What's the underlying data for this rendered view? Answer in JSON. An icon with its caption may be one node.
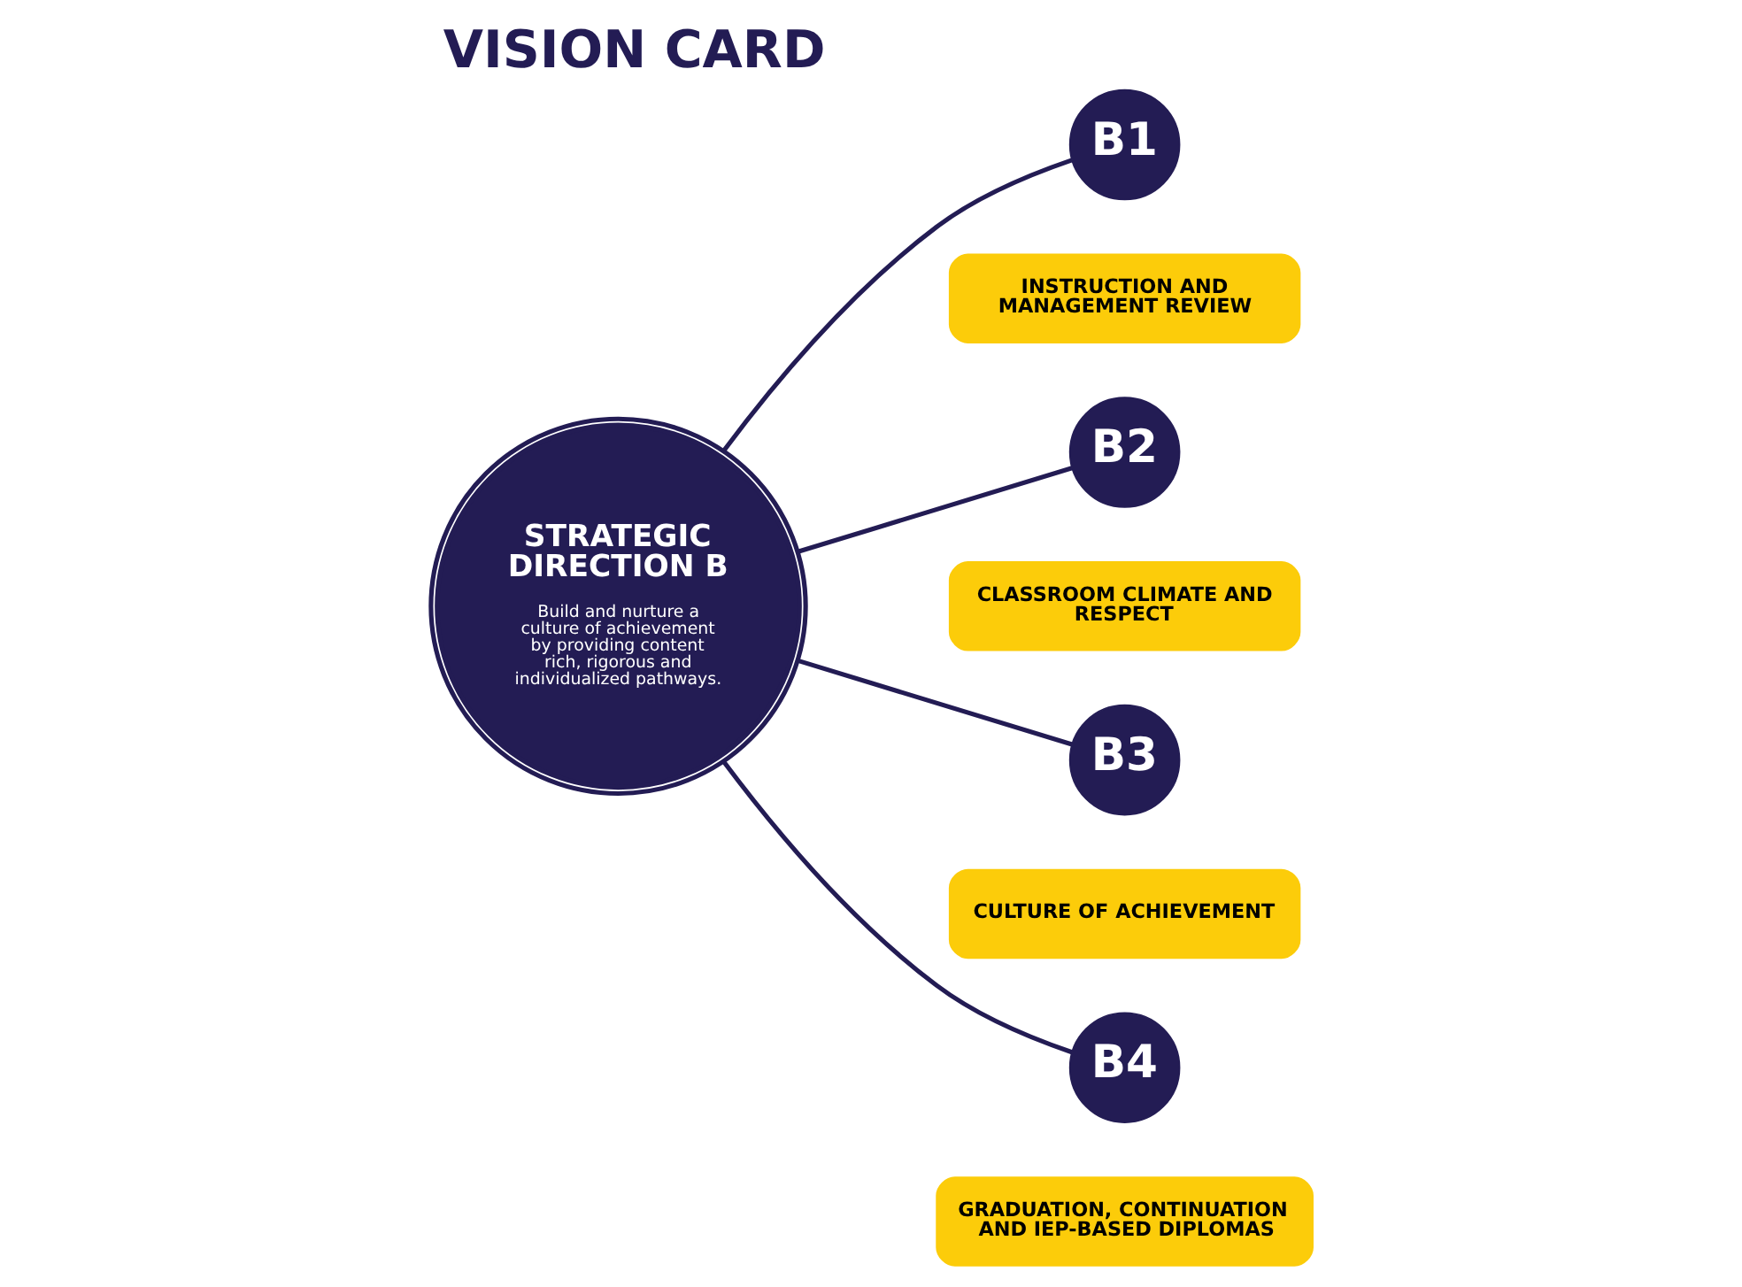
{
  "diagram": {
    "title": "VISION CARD",
    "nodes": [
      {
        "text": [
          "STRATEGIC DIRECTION B",
          "Build and nurture a culture of achievement by providing content rich, rigorous and individualized pathways."
        ]
      },
      {
        "text": [
          "B1"
        ]
      },
      {
        "text": [
          "INSTRUCTION AND MANAGEMENT REVIEW"
        ]
      },
      {
        "text": [
          "B2"
        ]
      },
      {
        "text": [
          "CLASSROOM CLIMATE AND RESPECT"
        ]
      },
      {
        "text": [
          "B3"
        ]
      },
      {
        "text": [
          "CULTURE OF ACHIEVEMENT"
        ]
      },
      {
        "text": [
          "B4"
        ]
      },
      {
        "text": [
          "GRADUATION, CONTINUATION AND IEP-BASED DIPLOMAS"
        ]
      }
    ],
    "edges": [
      {
        "from": 0,
        "to": 1,
        "arrow": "none"
      },
      {
        "from": 0,
        "to": 3,
        "arrow": "none"
      },
      {
        "from": 0,
        "to": 5,
        "arrow": "none"
      },
      {
        "from": 0,
        "to": 7,
        "arrow": "none"
      }
    ]
  }
}
